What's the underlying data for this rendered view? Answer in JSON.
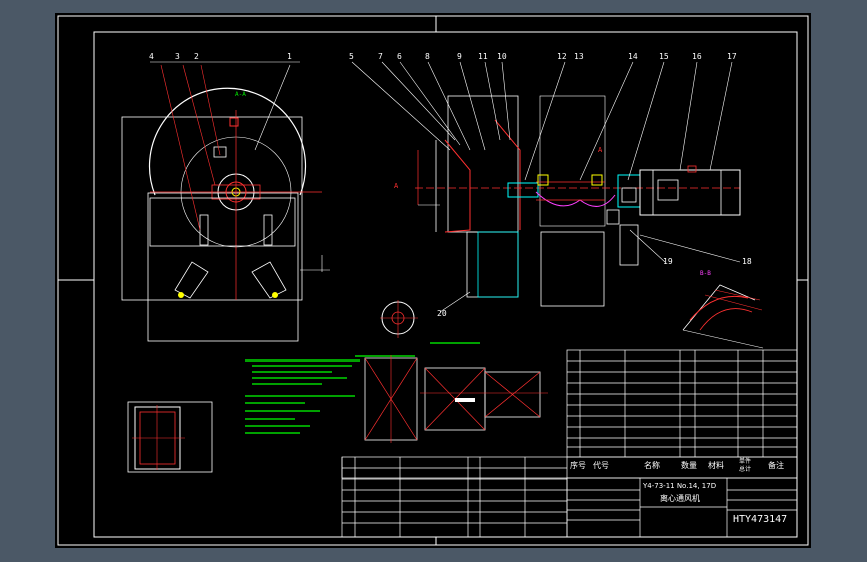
{
  "callouts": [
    "4",
    "3",
    "2",
    "1",
    "5",
    "7",
    "6",
    "8",
    "9",
    "11",
    "10",
    "12",
    "13",
    "14",
    "15",
    "16",
    "17",
    "18",
    "19",
    "20"
  ],
  "view_labels": {
    "section": "A-A",
    "detail": "B-B"
  },
  "dimension_marks": {
    "left": "A",
    "right": "A"
  },
  "title_block": {
    "header_cells": [
      "序号",
      "代号",
      "名称",
      "数量",
      "材料",
      "单件",
      "总计",
      "备注"
    ],
    "product_code": "Y4-73-11 No.14, 17D",
    "product_name": "离心通风机",
    "drawing_number": "HTY473147"
  },
  "colors": {
    "sheet": "#000000",
    "frame": "#ffffff",
    "outline": "#ffffff",
    "hatch": "#ff3030",
    "annotation": "#00e600",
    "accent_yellow": "#ffff00",
    "accent_cyan": "#00ffff",
    "accent_magenta": "#ff40ff",
    "background": "#4b5866"
  }
}
